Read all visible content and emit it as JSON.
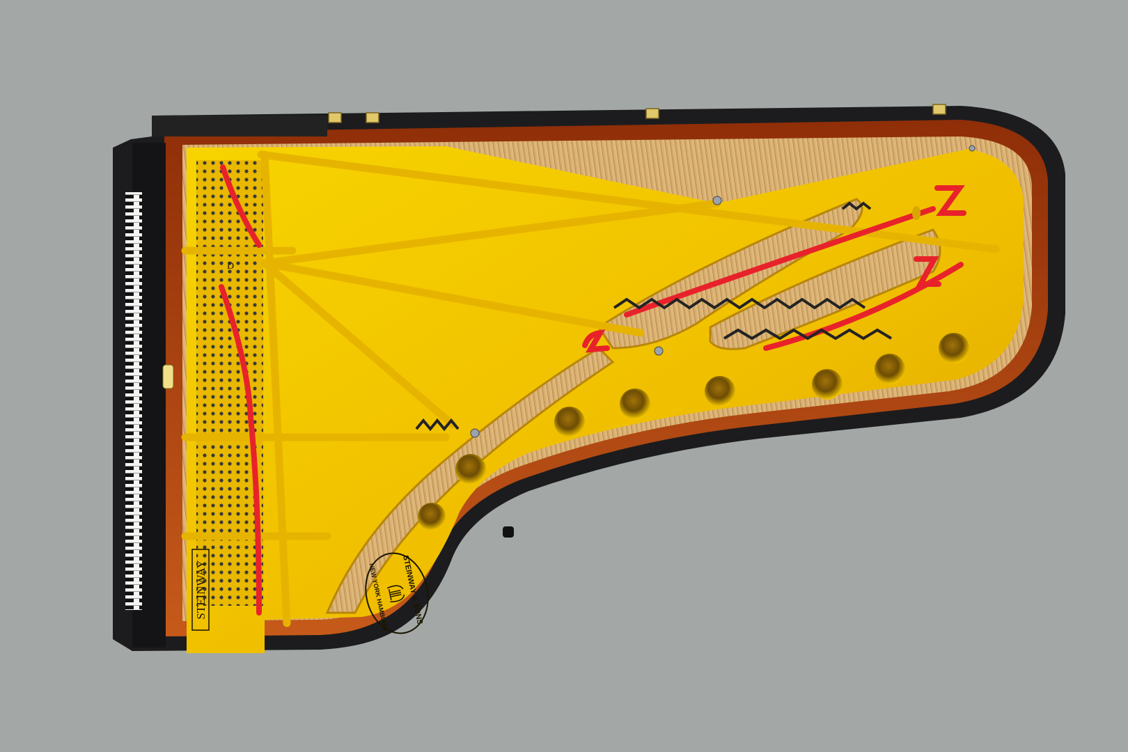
{
  "scene": {
    "background_color": "#a3a8a6",
    "rim_color": "#1c1c1e",
    "plate_color": "#f2c200",
    "soundboard_color": "#d6ac6c",
    "felt_color": "#e8222a",
    "inner_rim_color": "#b34a12"
  },
  "plate": {
    "brand": "STEINWAY",
    "note_letter": "D",
    "medallion_top": "STEINWAY & SONS",
    "medallion_bottom": "NEW YORK  HAMBURG"
  },
  "icons": {
    "medallion_emblem": "lyre-emblem-icon",
    "hinge": "lid-hinge-icon"
  }
}
